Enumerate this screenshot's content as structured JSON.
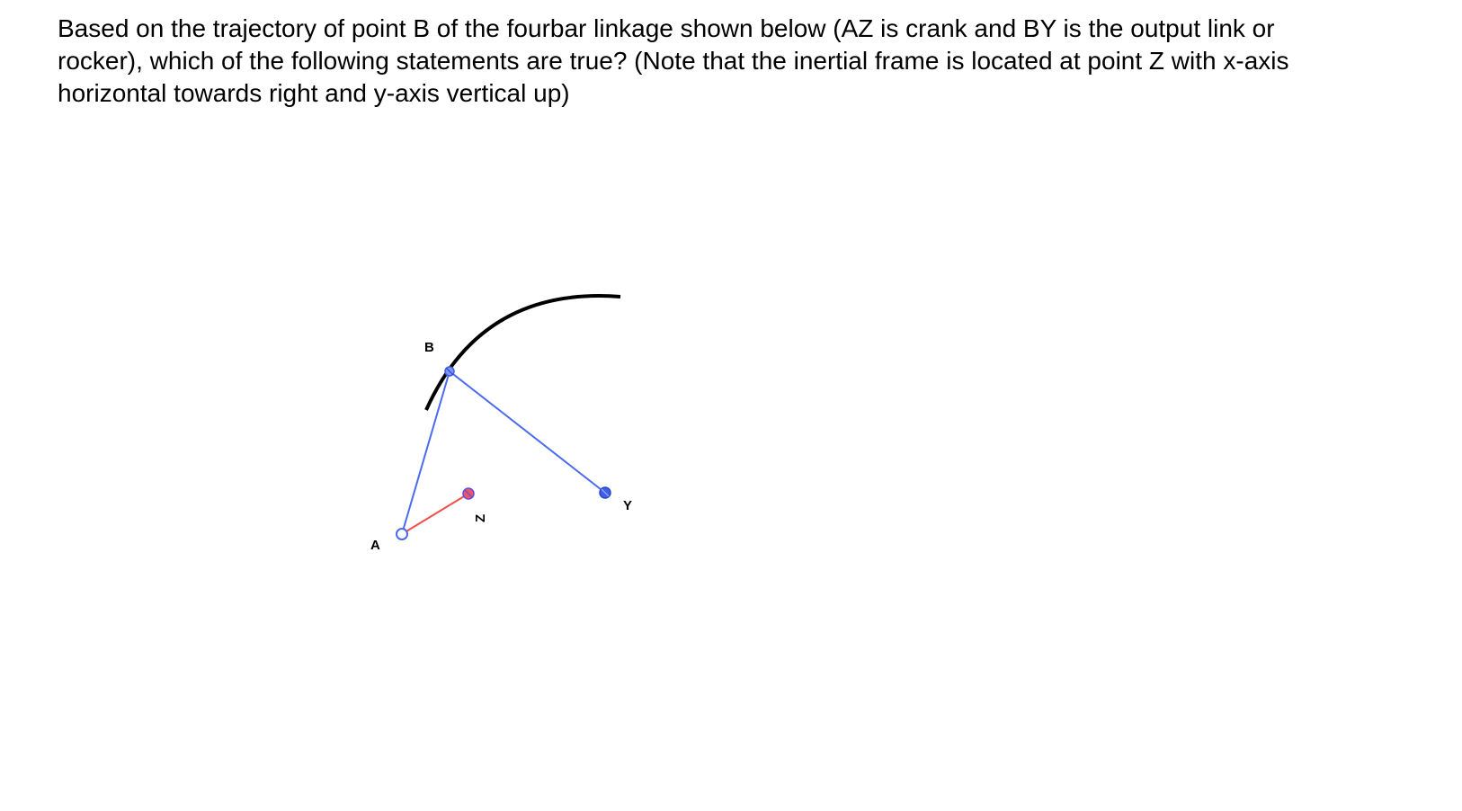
{
  "question": {
    "lines": [
      "Based on the trajectory of point B of the fourbar linkage shown below (AZ is crank and BY is the output link or",
      "rocker), which of the following statements are true? (Note that the inertial frame is located at point Z with x-axis",
      "horizontal towards right and y-axis vertical up)"
    ]
  },
  "figure": {
    "labels": {
      "A": "A",
      "B": "B",
      "Y": "Y",
      "Z": "Z"
    },
    "colors": {
      "crank": "#f0504a",
      "coupler": "#4a6af0",
      "rocker": "#4a6af0",
      "trajectory": "#000000",
      "joint_A": "#4a6af0",
      "joint_B": "#4a6af0",
      "joint_Y": "#4a6af0",
      "joint_Z": "#f0504a"
    }
  }
}
